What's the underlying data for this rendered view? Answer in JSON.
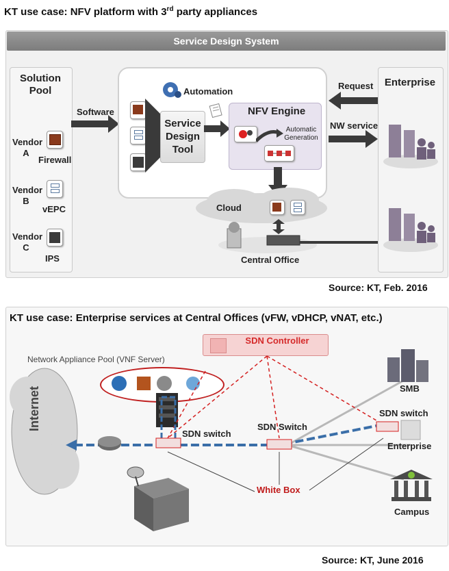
{
  "top": {
    "title_main": "KT use case: NFV platform with 3",
    "title_sup": "rd",
    "title_tail": " party appliances",
    "header_band": "Service Design System",
    "solution_pool": {
      "title": "Solution Pool",
      "vendors": [
        {
          "vendor": "Vendor A",
          "product": "Firewall"
        },
        {
          "vendor": "Vendor B",
          "product": "vEPC"
        },
        {
          "vendor": "Vendor C",
          "product": "IPS"
        }
      ]
    },
    "software_label": "Software",
    "automation_label": "Automation",
    "service_design_tool": "Service Design Tool",
    "nfv_engine": "NFV  Engine",
    "automatic_generation": "Automatic Generation",
    "cloud_label": "Cloud",
    "central_office_label": "Central Office",
    "request_label": "Request",
    "nw_service_label": "NW service",
    "enterprise_label": "Enterprise",
    "source": "Source: KT, Feb. 2016"
  },
  "bottom": {
    "title": "KT use case: Enterprise services at Central Offices (vFW, vDHCP, vNAT, etc.)",
    "sdn_controller": "SDN Controller",
    "appliance_pool": "Network Appliance Pool (VNF Server)",
    "internet_label": "Internet",
    "sdn_switch_left": "SDN switch",
    "sdn_switch_mid": "SDN Switch",
    "sdn_switch_right": "SDN switch",
    "white_box": "White Box",
    "smb_label": "SMB",
    "enterprise_label": "Enterprise",
    "campus_label": "Campus",
    "source": "Source: KT, June 2016"
  },
  "colors": {
    "accent_red": "#c01a1a",
    "link_blue": "#3a6ea8",
    "panel_gray": "#f1f1f1",
    "band_gray": "#8a8a8a"
  }
}
